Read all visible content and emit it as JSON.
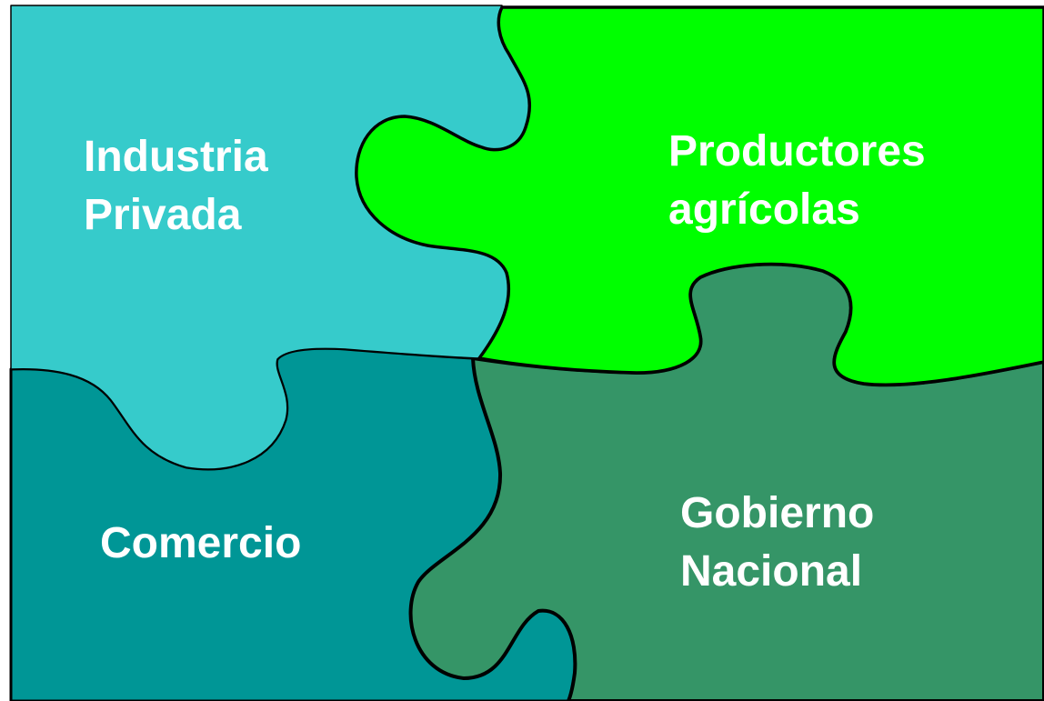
{
  "pieces": [
    {
      "id": "industria-privada",
      "lines": [
        "Industria",
        "Privada"
      ],
      "color": "#36CBCB"
    },
    {
      "id": "productores-agricolas",
      "lines": [
        "Productores",
        "agrícolas"
      ],
      "color": "#00FF00"
    },
    {
      "id": "comercio",
      "lines": [
        "Comercio"
      ],
      "color": "#009696"
    },
    {
      "id": "gobierno-nacional",
      "lines": [
        "Gobierno",
        "Nacional"
      ],
      "color": "#359567"
    }
  ],
  "outline_color": "#000000"
}
